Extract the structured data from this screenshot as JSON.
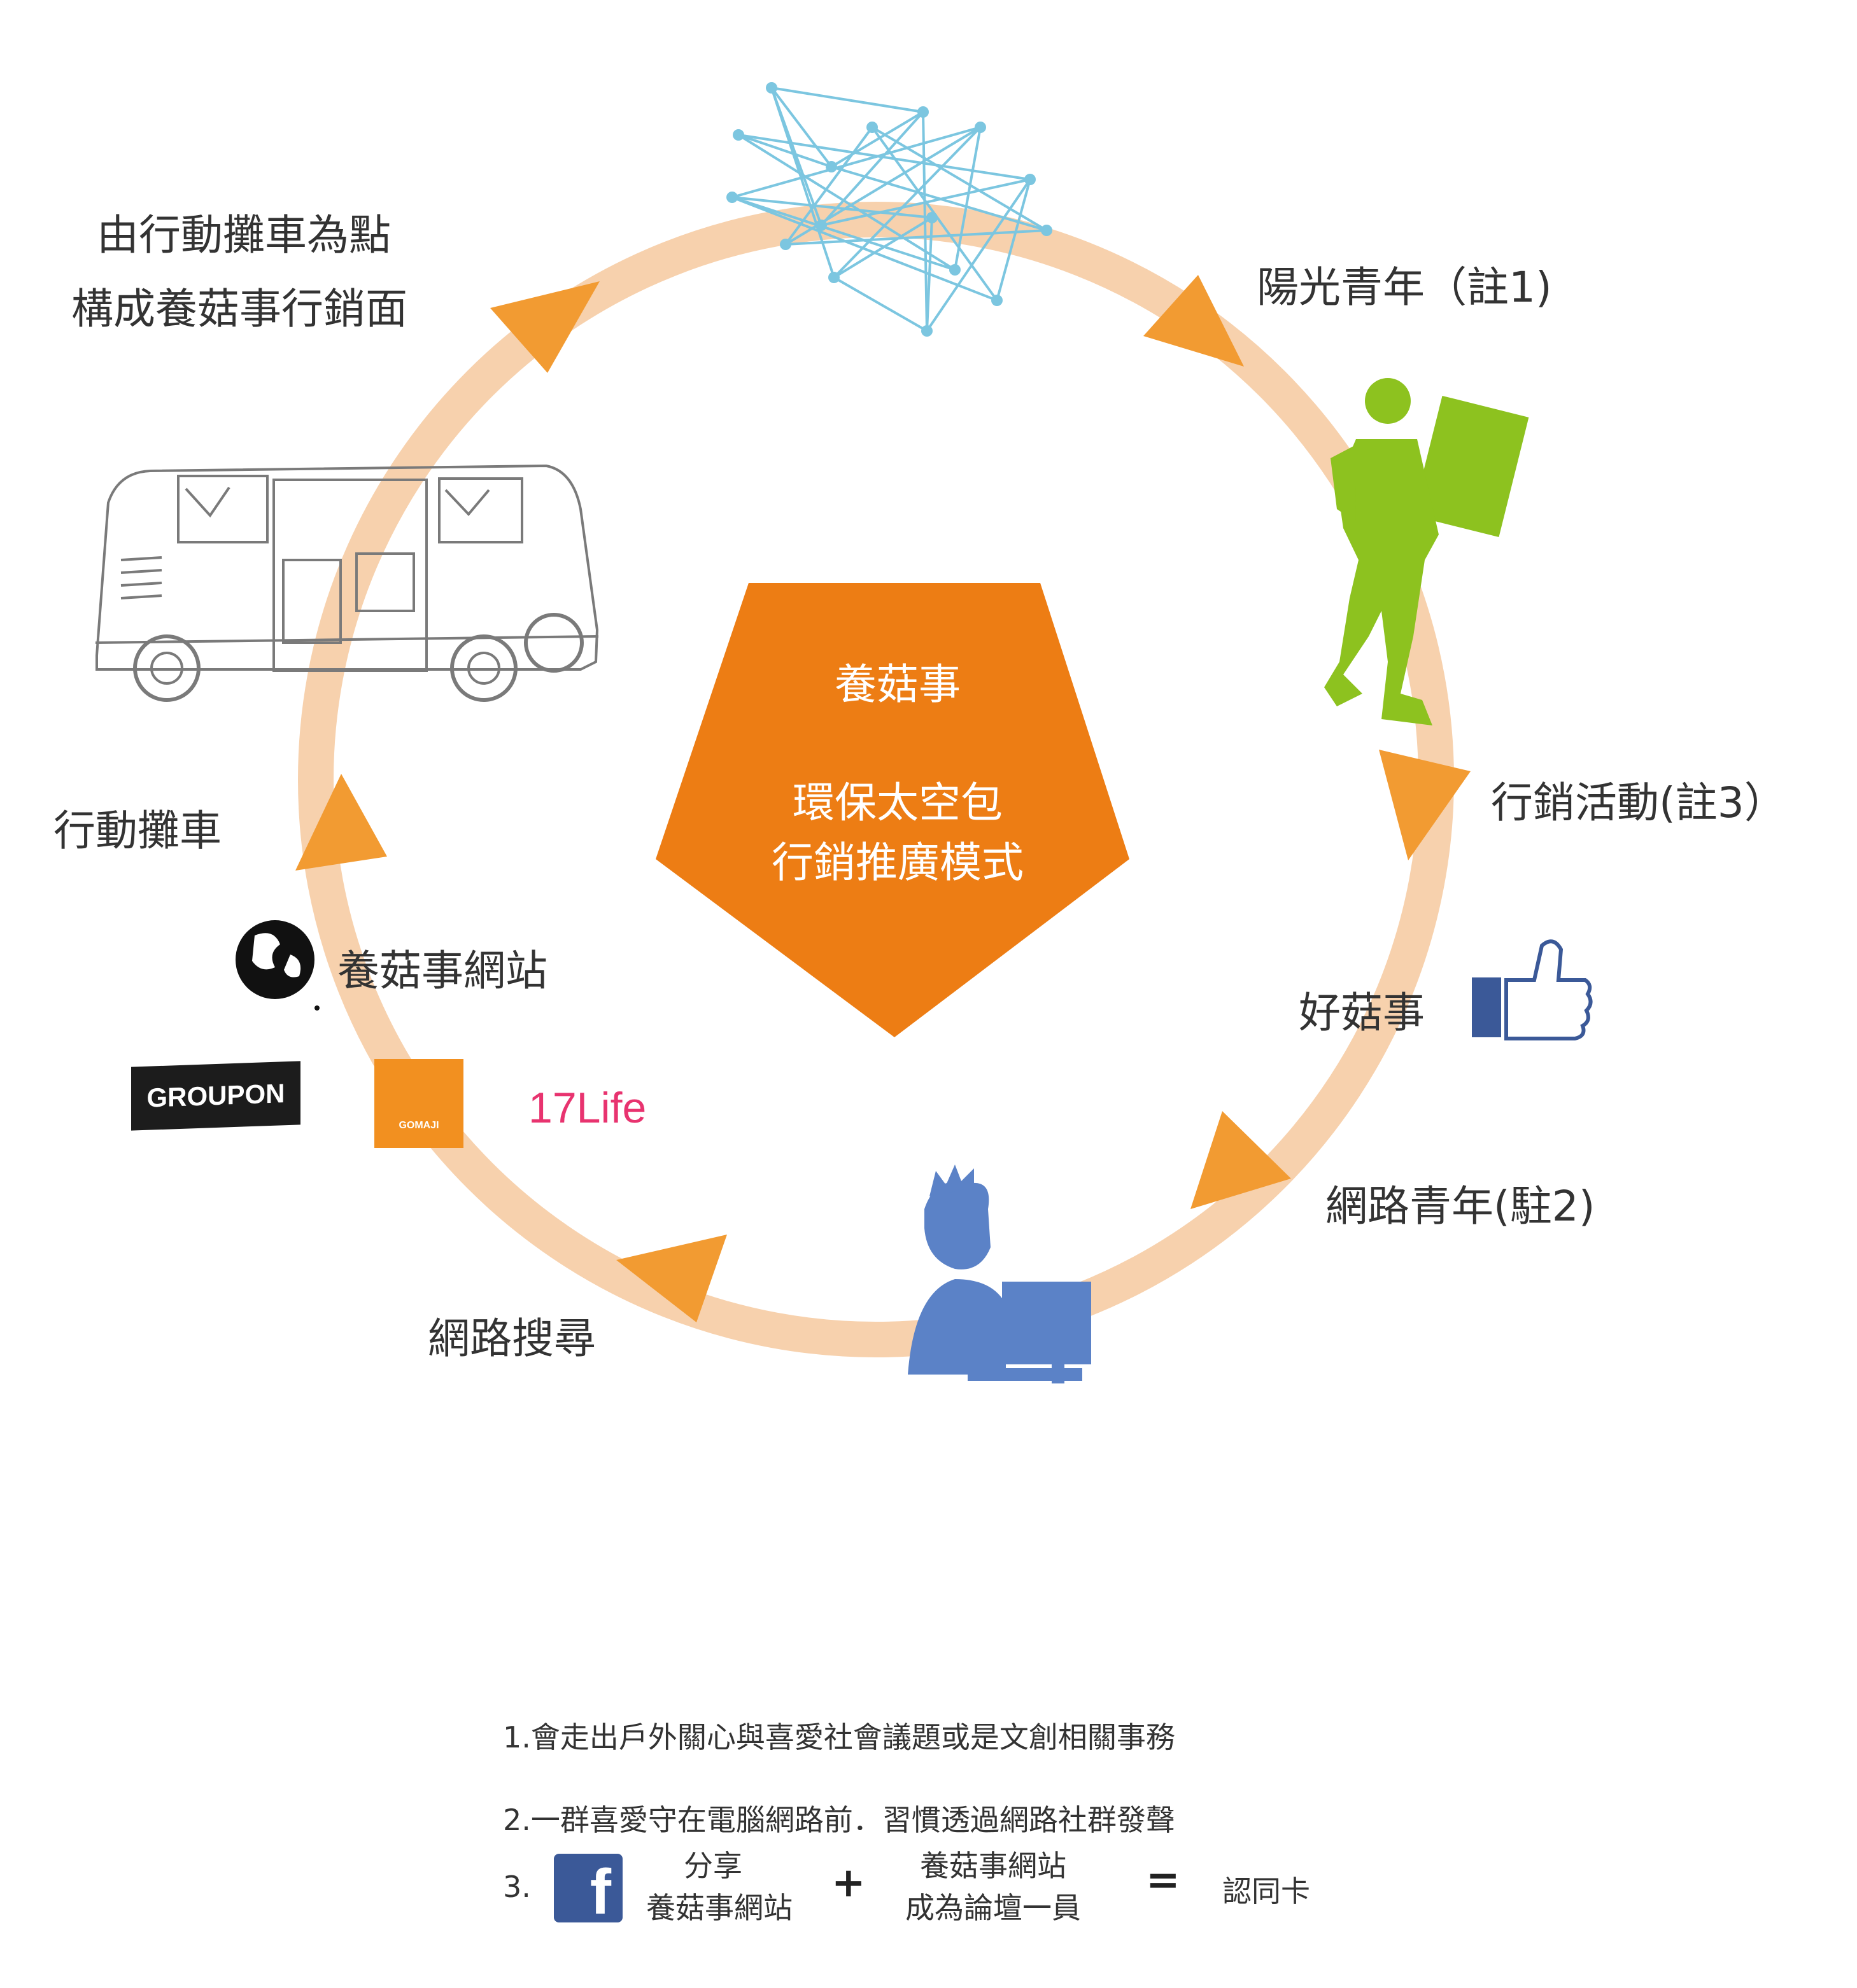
{
  "colors": {
    "ring": "#f7d1ad",
    "arrow": "#f29b32",
    "center_pentagon": "#ed7d14",
    "network": "#7cc6e0",
    "young_green": "#8dc21f",
    "net_user_blue": "#5b82c7",
    "like_blue": "#3b5998"
  },
  "center": {
    "line1": "養菇事",
    "line2": "環保太空包",
    "line3": "行銷推廣模式"
  },
  "labels": {
    "sunny_youth": "陽光青年（註1)",
    "marketing_event": "行銷活動(註3）",
    "good_mushroom": "好菇事",
    "net_youth": "網路青年(駐2)",
    "web_search": "網路搜尋",
    "website": "養菇事網站",
    "mobile_stall": "行動攤車",
    "network_line1": "由行動攤車為點",
    "network_line2": "構成養菇事行銷面"
  },
  "partners": {
    "groupon": "GROUPON",
    "gomaji": "GOMAJI",
    "life17": "17Life"
  },
  "icons": [
    "network-graph-icon",
    "walking-youth-icon",
    "thumbs-up-icon",
    "computer-user-icon",
    "globe-icon",
    "van-icon",
    "facebook-icon"
  ],
  "notes": {
    "note1": "1.會走出戶外關心與喜愛社會議題或是文創相關事務",
    "note2": "2.一群喜愛守在電腦網路前．習慣透過網路社群發聲",
    "note3_prefix": "3.",
    "share_line1": "分享",
    "share_line2": "養菇事網站",
    "plus": "+",
    "join_line1": "養菇事網站",
    "join_line2": "成為論壇一員",
    "equals": "=",
    "result": "認同卡"
  }
}
